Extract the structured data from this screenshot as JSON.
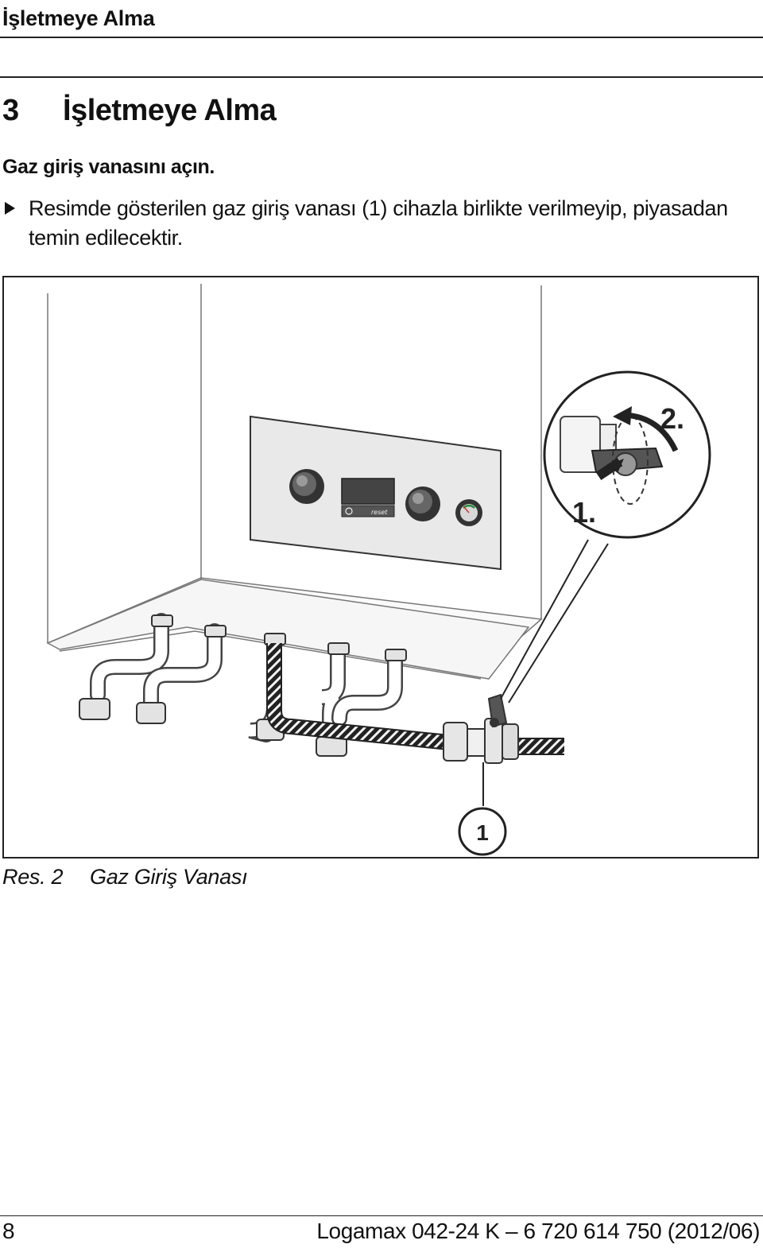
{
  "header": {
    "running_title": "İşletmeye Alma"
  },
  "section": {
    "number": "3",
    "title": "İşletmeye Alma"
  },
  "step": {
    "heading": "Gaz giriş vanasını açın."
  },
  "instruction": {
    "text": "Resimde gösterilen gaz giriş vanası (1) cihazla birlikte verilmeyip, piyasadan temin edilecektir."
  },
  "figure": {
    "panel_label": "reset",
    "callout_step_1": "1.",
    "callout_step_2": "2.",
    "part_number": "1"
  },
  "caption": {
    "label": "Res. 2",
    "title": "Gaz Giriş Vanası"
  },
  "footer": {
    "page_number": "8",
    "document": "Logamax 042-24 K – 6 720 614 750 (2012/06)"
  }
}
